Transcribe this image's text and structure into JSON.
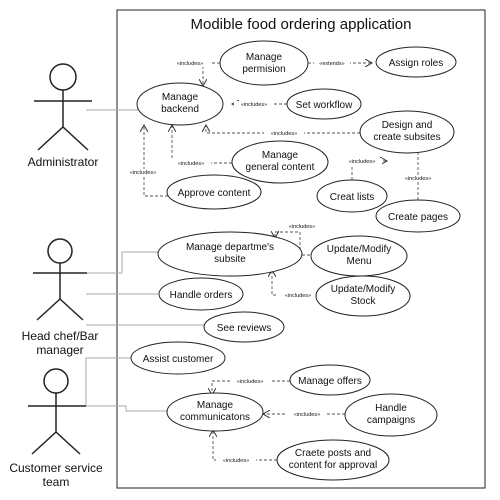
{
  "diagram": {
    "title": "Modible food ordering application",
    "actors": {
      "administrator": "Administrator",
      "head_chef_line1": "Head chef/Bar",
      "head_chef_line2": "manager",
      "customer_service_line1": "Customer service",
      "customer_service_line2": "team"
    },
    "use_cases": {
      "manage_permission_1": "Manage",
      "manage_permission_2": "permision",
      "assign_roles": "Assign roles",
      "manage_backend_1": "Manage",
      "manage_backend_2": "backend",
      "set_workflow": "Set workflow",
      "design_subsites_1": "Design and",
      "design_subsites_2": "create subsites",
      "manage_general_content_1": "Manage",
      "manage_general_content_2": "general content",
      "creat_lists": "Creat lists",
      "approve_content": "Approve content",
      "create_pages": "Create pages",
      "manage_dept_subsite_1": "Manage departme's",
      "manage_dept_subsite_2": "subsite",
      "update_menu_1": "Update/Modify",
      "update_menu_2": "Menu",
      "handle_orders": "Handle orders",
      "update_stock_1": "Update/Modify",
      "update_stock_2": "Stock",
      "see_reviews": "See reviews",
      "assist_customer": "Assist customer",
      "manage_offers": "Manage offers",
      "manage_comm_1": "Manage",
      "manage_comm_2": "communicatons",
      "handle_campaigns_1": "Handle",
      "handle_campaigns_2": "campaigns",
      "create_posts_1": "Craete posts and",
      "create_posts_2": "content for approval"
    },
    "relations": {
      "includes": "«includes»",
      "extends": "«extends»"
    }
  }
}
